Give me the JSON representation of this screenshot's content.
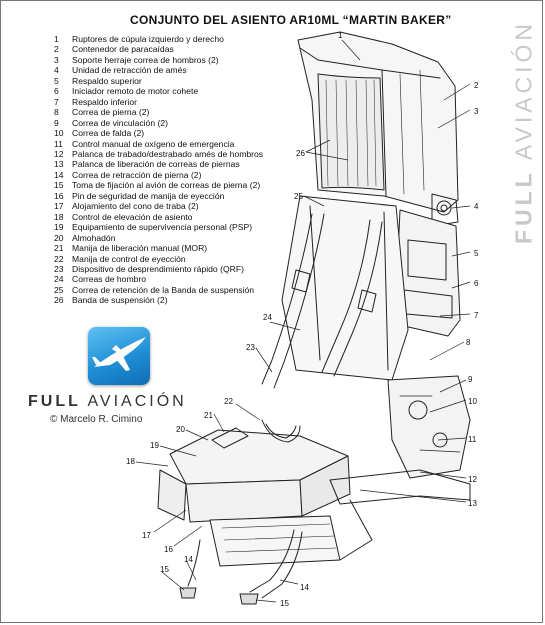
{
  "title": "CONJUNTO DEL ASIENTO  AR10ML  “MARTIN BAKER”",
  "legend": [
    {
      "num": "1",
      "text": "Ruptores de cúpula izquierdo y derecho"
    },
    {
      "num": "2",
      "text": "Contenedor de paracaídas"
    },
    {
      "num": "3",
      "text": "Soporte  herraje correa de hombros (2)"
    },
    {
      "num": "4",
      "text": "Unidad de retracción de amés"
    },
    {
      "num": "5",
      "text": "Respaldo superior"
    },
    {
      "num": "6",
      "text": "Iniciador remoto de motor cohete"
    },
    {
      "num": "7",
      "text": "Respaldo inferior"
    },
    {
      "num": "8",
      "text": "Correa de pierna (2)"
    },
    {
      "num": "9",
      "text": "Correa de vinculación (2)"
    },
    {
      "num": "10",
      "text": "Correa de falda (2)"
    },
    {
      "num": "11",
      "text": "Control manual de oxígeno de emergencia"
    },
    {
      "num": "12",
      "text": "Palanca de trabado/destrabado amés de hombros"
    },
    {
      "num": "13",
      "text": "Palanca de liberación de correas de piernas"
    },
    {
      "num": "14",
      "text": "Correa de retracción de pierna (2)"
    },
    {
      "num": "15",
      "text": "Toma de fijación al avión de correas de pierna (2)"
    },
    {
      "num": "16",
      "text": "Pin de seguridad de manija de eyección"
    },
    {
      "num": "17",
      "text": "Alojamiento del cono de traba (2)"
    },
    {
      "num": "18",
      "text": "Control de elevación de asiento"
    },
    {
      "num": "19",
      "text": "Equipamiento de supervivencia personal (PSP)"
    },
    {
      "num": "20",
      "text": "Almohadón"
    },
    {
      "num": "21",
      "text": "Manija  de liberación manual (MOR)"
    },
    {
      "num": "22",
      "text": "Manija de control de eyección"
    },
    {
      "num": "23",
      "text": "Dispositivo de desprendimiento rápido (QRF)"
    },
    {
      "num": "24",
      "text": "Correas de hombro"
    },
    {
      "num": "25",
      "text": "Correa de retención de la Banda de suspensión"
    },
    {
      "num": "26",
      "text": "Banda de suspensión (2)"
    }
  ],
  "watermark": {
    "bold": "FULL",
    "light": " AVIACIÓN"
  },
  "brand": {
    "bold": "FULL",
    "light": " AVIACIÓN"
  },
  "credit": "© Marcelo R. Cimino",
  "callouts": [
    "1",
    "2",
    "3",
    "26",
    "25",
    "4",
    "5",
    "6",
    "7",
    "24",
    "23",
    "8",
    "9",
    "22",
    "10",
    "21",
    "20",
    "11",
    "19",
    "18",
    "12",
    "13",
    "17",
    "16",
    "14",
    "15",
    "14",
    "15"
  ],
  "colors": {
    "line": "#222222",
    "logo_sky": "#2a9be0",
    "watermark": "#c8c8c8"
  },
  "icons": {
    "logo": "airplane-icon"
  }
}
